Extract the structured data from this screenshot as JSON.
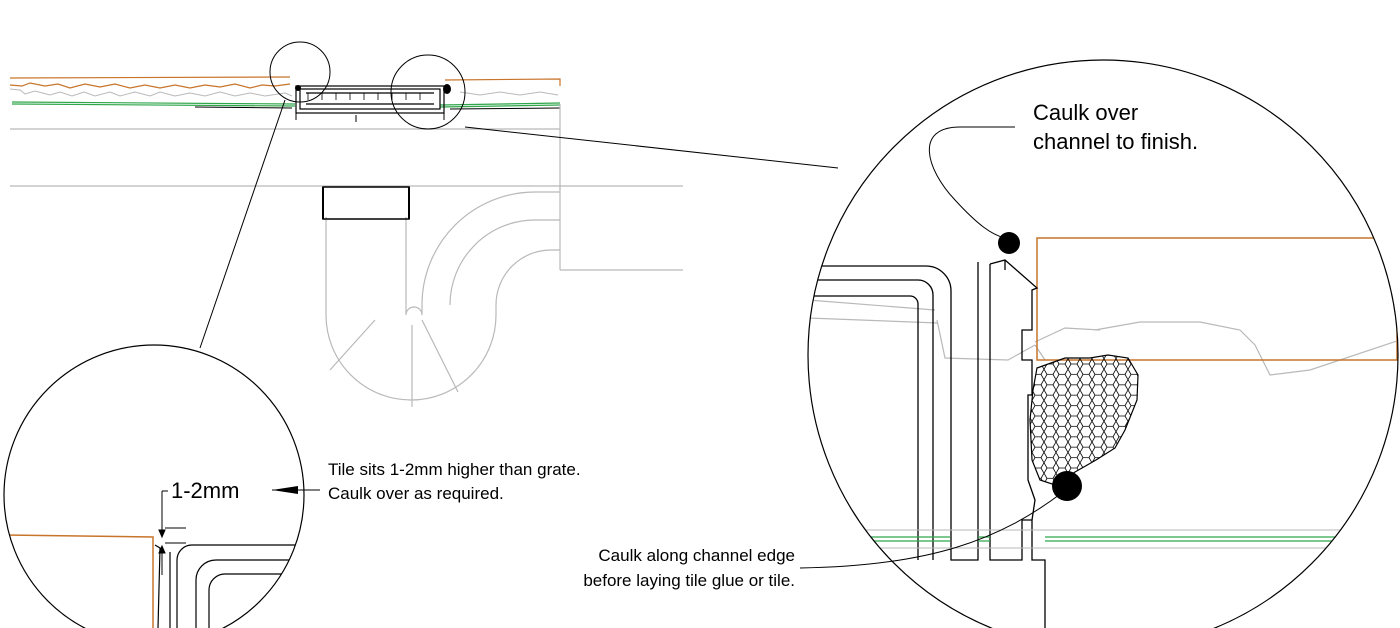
{
  "annotations": {
    "dimension": "1-2mm",
    "tile_note_line1": "Tile sits 1-2mm higher than grate.",
    "tile_note_line2": "Caulk over as required.",
    "caulk_finish_line1": "Caulk over",
    "caulk_finish_line2": "channel to finish.",
    "caulk_edge_line1": "Caulk along channel edge",
    "caulk_edge_line2": "before laying tile glue or tile."
  },
  "colors": {
    "line": "#000000",
    "tile": "#c8742a",
    "membrane": "#2fa64a",
    "substrate": "#b9b9b9",
    "caulk": "#000000"
  }
}
